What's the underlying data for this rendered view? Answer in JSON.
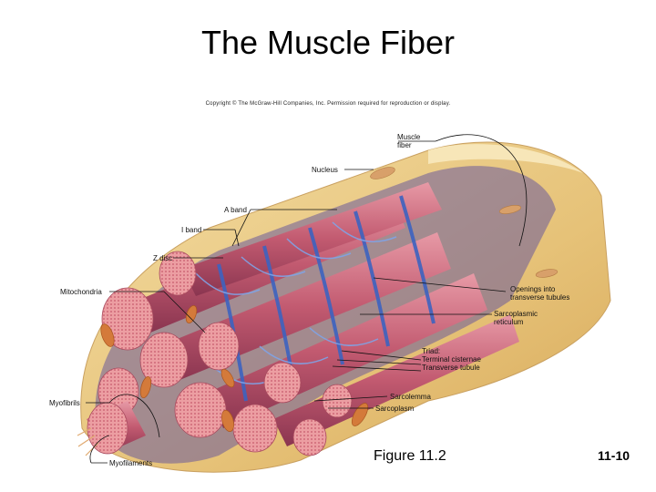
{
  "title": "The Muscle Fiber",
  "copyright": "Copyright © The McGraw-Hill Companies, Inc. Permission required for reproduction or display.",
  "labels": {
    "muscle_fiber_1": "Muscle",
    "muscle_fiber_2": "fiber",
    "nucleus": "Nucleus",
    "a_band": "A band",
    "i_band": "I band",
    "z_disc": "Z disc",
    "mitochondria": "Mitochondria",
    "openings_1": "Openings into",
    "openings_2": "transverse tubules",
    "sr_1": "Sarcoplasmic",
    "sr_2": "reticulum",
    "triad_1": "Triad:",
    "triad_2": "Terminal cisternae",
    "triad_3": "Transverse tubule",
    "sarcolemma": "Sarcolemma",
    "sarcoplasm": "Sarcoplasm",
    "myofibrils": "Myofibrils",
    "myofilaments": "Myofilaments"
  },
  "figure_caption": "Figure 11.2",
  "page_number": "11-10",
  "colors": {
    "sarcolemma": "#e8c77a",
    "myofibril": "#c86a7a",
    "myofibril_end": "#e89aa0",
    "tubule": "#4a6fc4",
    "mitochondria": "#d87a3a"
  }
}
